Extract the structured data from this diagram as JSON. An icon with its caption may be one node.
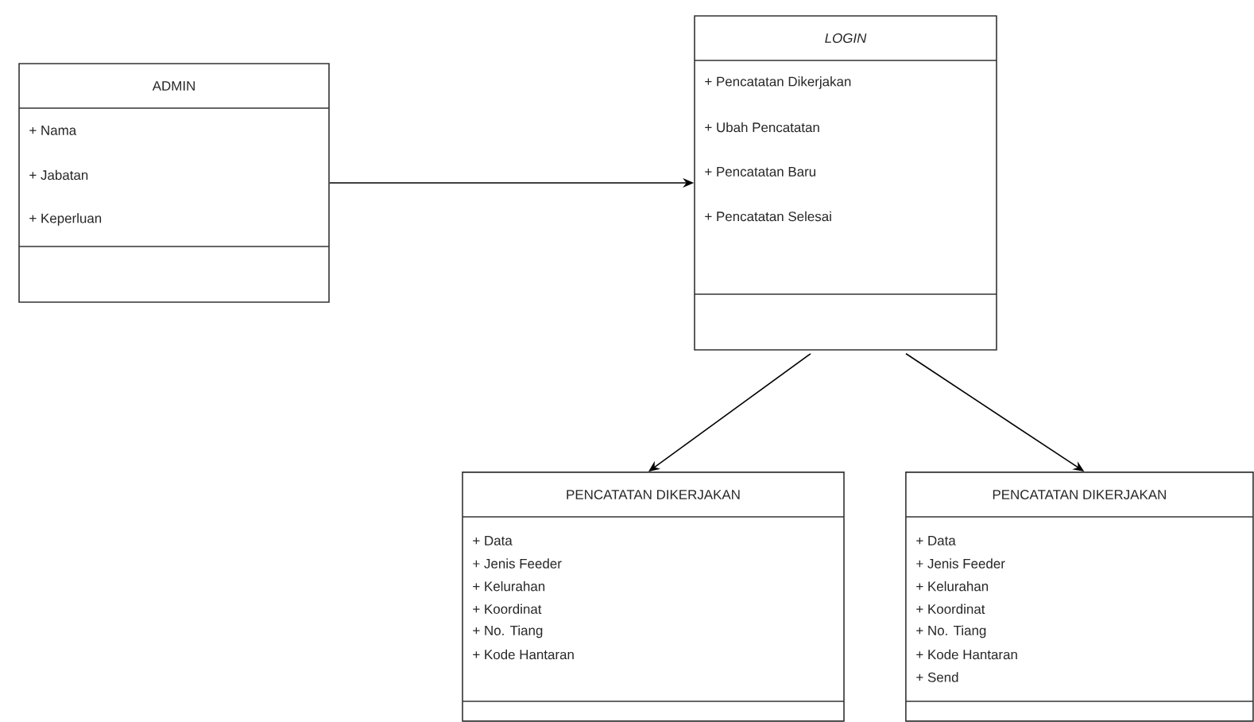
{
  "diagram": {
    "nodes": [
      {
        "text": [
          "ADMIN",
          "+ Nama",
          "+ Jabatan",
          "+ Keperluan"
        ]
      },
      {
        "text": [
          "LOGIN",
          "+ Pencatatan Dikerjakan",
          "+ Ubah Pencatatan",
          "+ Pencatatan Baru",
          "+ Pencatatan Selesai"
        ]
      },
      {
        "text": [
          "PENCATATAN DIKERJAKAN",
          "+ Data",
          "+ Jenis Feeder",
          "+ Kelurahan",
          "+ Koordinat",
          "+ No. Tiang",
          "+ Kode Hantaran"
        ]
      },
      {
        "text": [
          "PENCATATAN DIKERJAKAN",
          "+ Data",
          "+ Jenis Feeder",
          "+ Kelurahan",
          "+ Koordinat",
          "+ No. Tiang",
          "+ Kode Hantaran",
          "+ Send"
        ]
      }
    ],
    "edges": [
      {
        "from": 0,
        "to": 1,
        "arrow": "to"
      },
      {
        "from": 1,
        "to": 2,
        "arrow": "to"
      },
      {
        "from": 1,
        "to": 3,
        "arrow": "to"
      }
    ]
  }
}
